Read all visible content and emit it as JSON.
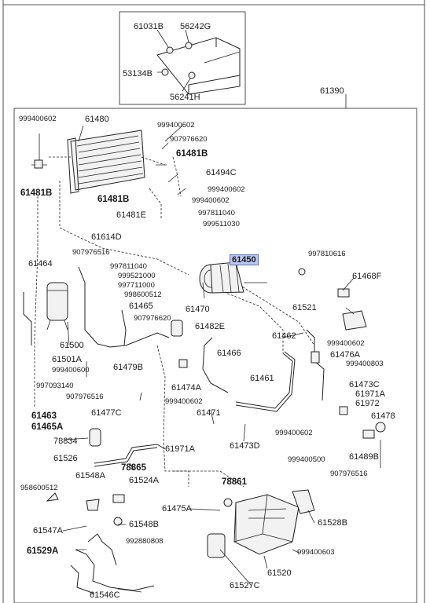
{
  "inset": {
    "labels": [
      "61031B",
      "56242G",
      "53134B",
      "56241H"
    ]
  },
  "main_ref": "61390",
  "labels": [
    "999400602",
    "61480",
    "999400602",
    "907976620",
    "61481B",
    "61481B",
    "61494C",
    "61481B",
    "999400602",
    "999400602",
    "61481E",
    "997811040",
    "999511030",
    "61614D",
    "907976516",
    "61464",
    "997811040",
    "999521000",
    "997711000",
    "998600512",
    "61450",
    "997810616",
    "61468F",
    "61465",
    "61470",
    "907976620",
    "61482E",
    "61521",
    "61462",
    "999400602",
    "61476A",
    "999400803",
    "61500",
    "61501A",
    "999400600",
    "61479B",
    "61466",
    "61461",
    "997093140",
    "907976516",
    "61474A",
    "61473C",
    "61971A",
    "61972",
    "999400602",
    "61471",
    "61477C",
    "61478",
    "61463",
    "61465A",
    "78834",
    "999400602",
    "61473D",
    "999400500",
    "61489B",
    "61526",
    "61971A",
    "78865",
    "907976516",
    "61548A",
    "61524A",
    "78861",
    "958600512",
    "61475A",
    "61528B",
    "61547A",
    "61548B",
    "992880808",
    "61529A",
    "999400603",
    "61520",
    "61527C",
    "61546C"
  ]
}
